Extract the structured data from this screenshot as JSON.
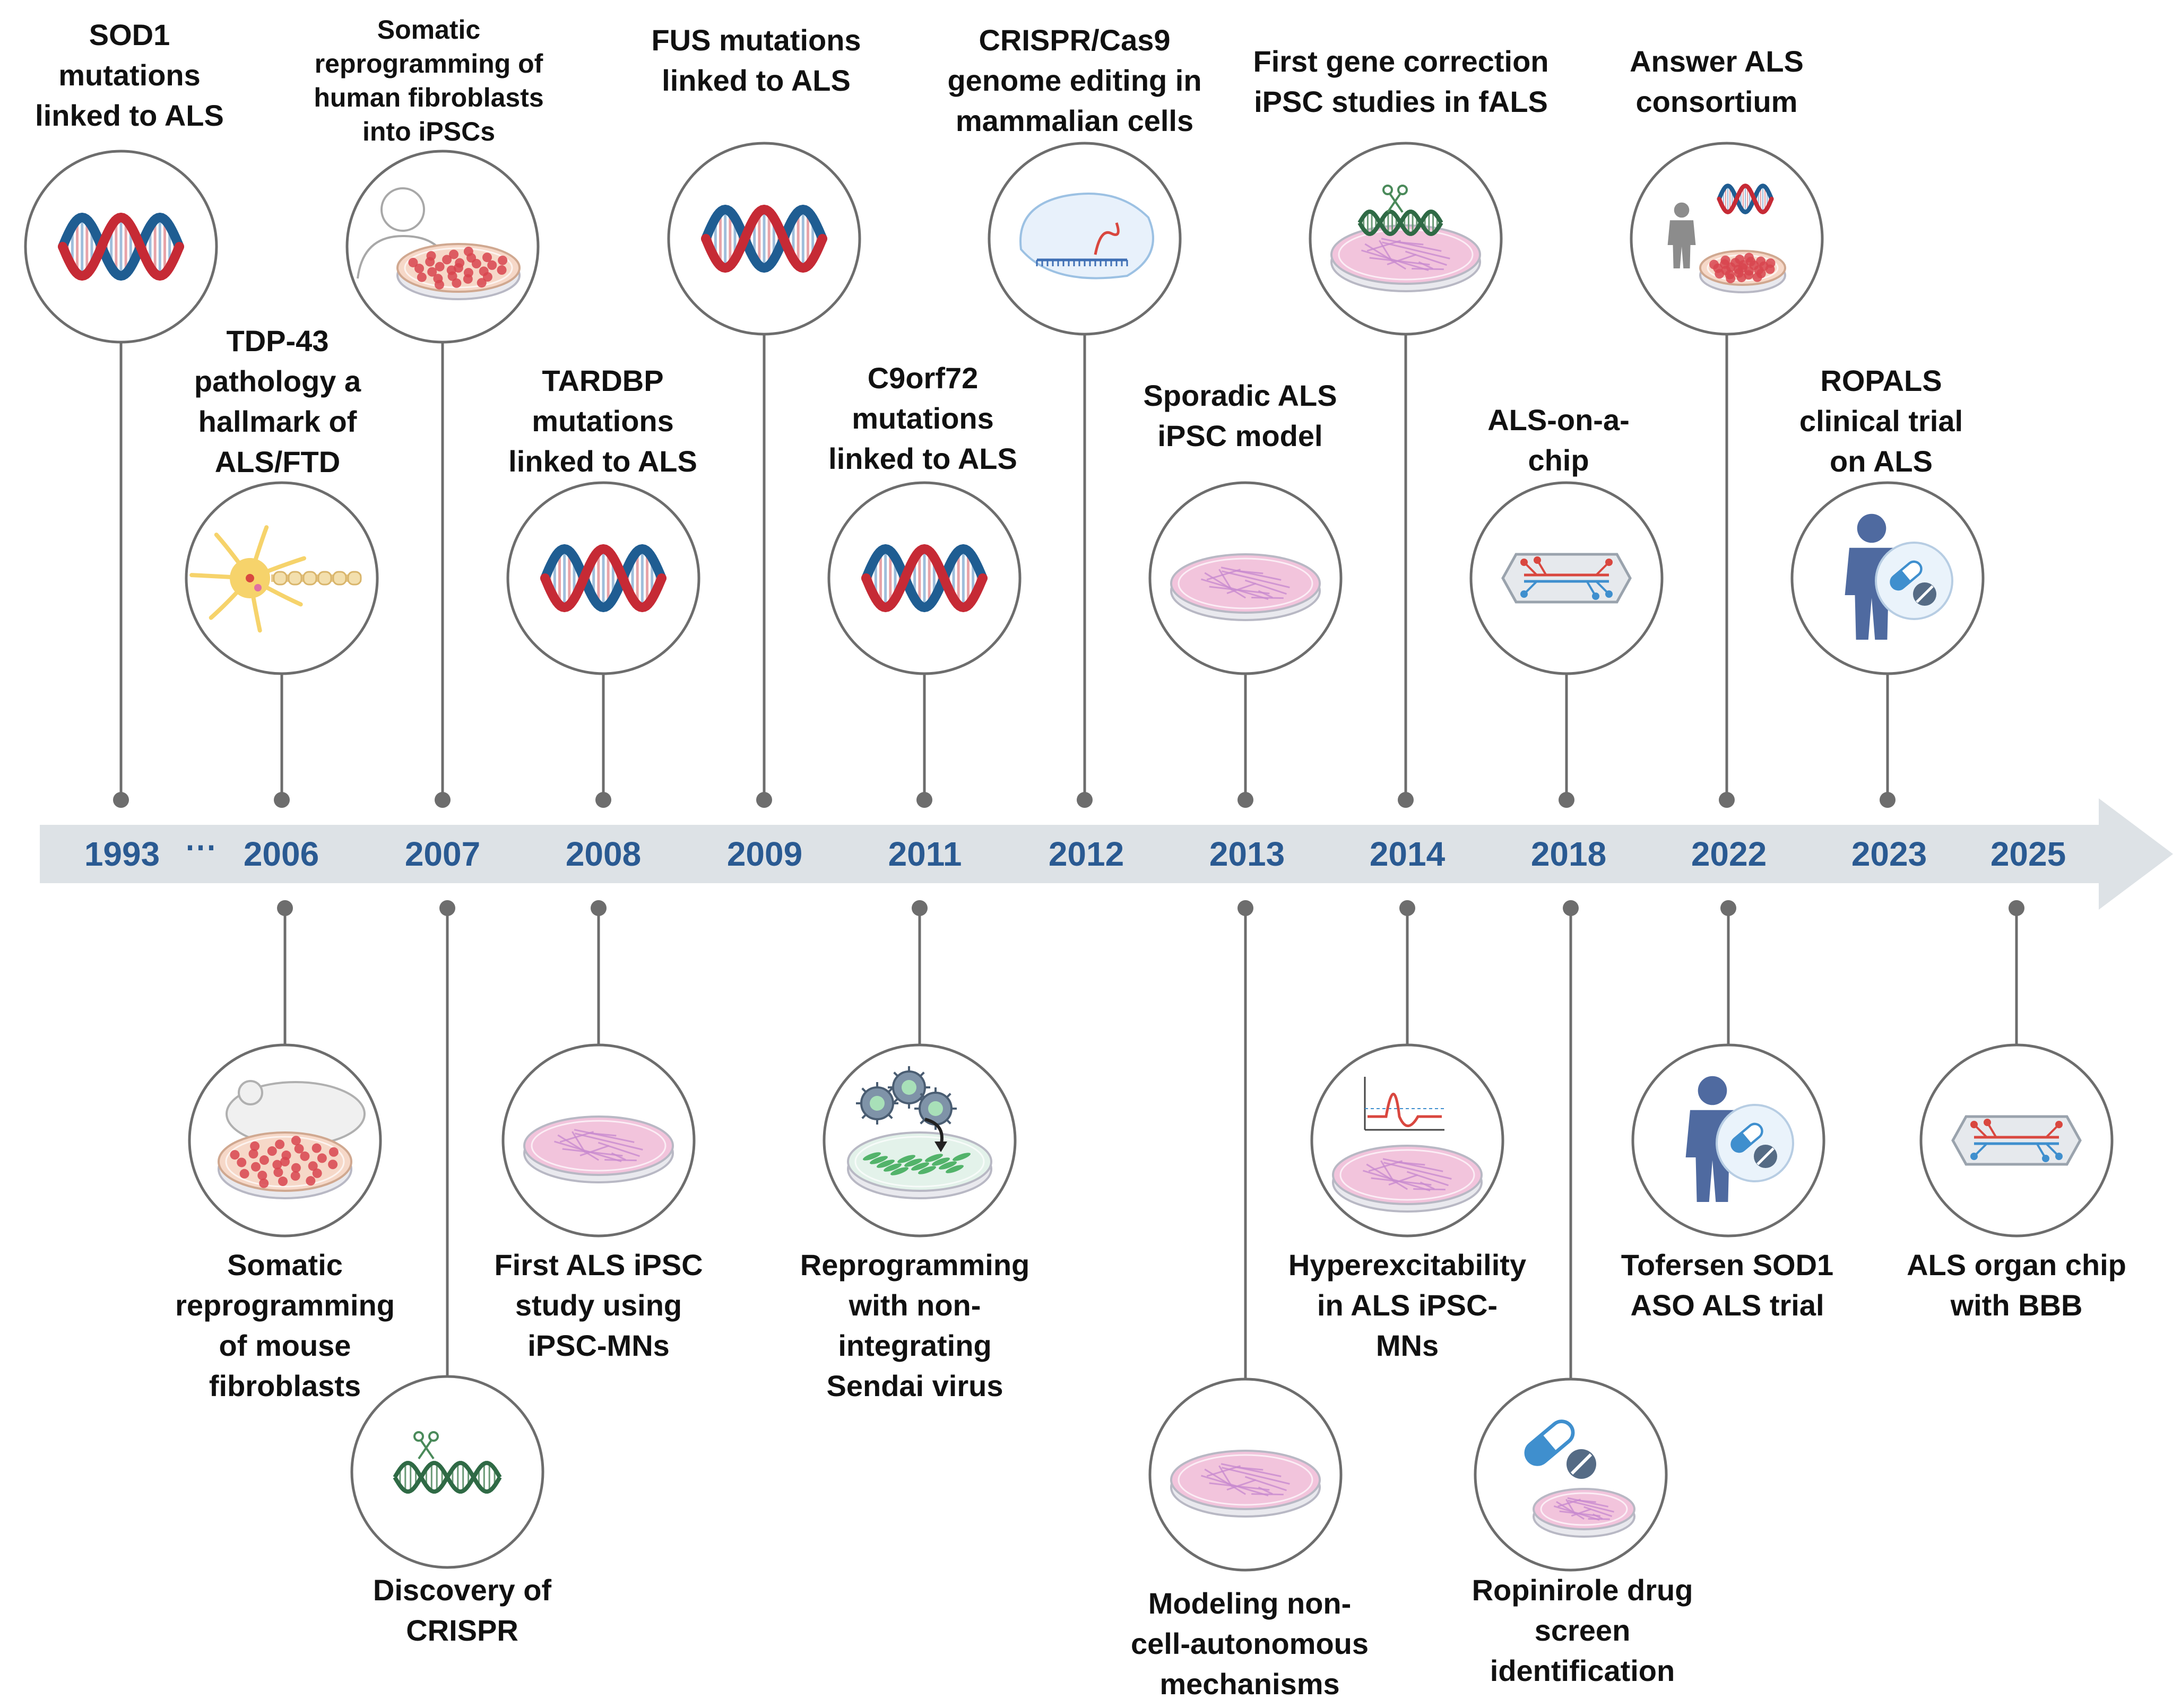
{
  "colors": {
    "axis": "#dde2e6",
    "year_text": "#2a5a92",
    "connector": "#6d6d6d",
    "circle_border": "#6d6d6d",
    "dna_red": "#c62a35",
    "dna_blue": "#1f5d92",
    "dish_pink": "#f2c4dc",
    "cells_red": "#d8454f",
    "person_blue": "#4f6aa0",
    "pill_blue": "#3f8fce",
    "neuron_yellow": "#f6d36b"
  },
  "years": [
    "1993",
    "2006",
    "2007",
    "2008",
    "2009",
    "2011",
    "2012",
    "2013",
    "2014",
    "2018",
    "2022",
    "2023",
    "2025"
  ],
  "ellipsis": "⋯",
  "events_top": [
    {
      "id": "sod1",
      "label": "SOD1\nmutations\nlinked to  ALS",
      "icon": "dna-icon"
    },
    {
      "id": "tdp43",
      "label": "TDP-43\npathology a\nhallmark of\nALS/FTD",
      "icon": "neuron-icon"
    },
    {
      "id": "human-reprog",
      "label": "Somatic\nreprogramming of\nhuman fibroblasts\ninto iPSCs",
      "icon": "human-dish-icon"
    },
    {
      "id": "tardbp",
      "label": "TARDBP\nmutations\nlinked to ALS",
      "icon": "dna-icon"
    },
    {
      "id": "fus",
      "label": "FUS mutations\nlinked to ALS",
      "icon": "dna-icon"
    },
    {
      "id": "c9orf72",
      "label": "C9orf72\nmutations\nlinked to ALS",
      "icon": "dna-icon"
    },
    {
      "id": "crispr-cas9",
      "label": "CRISPR/Cas9\ngenome editing in\nmammalian cells",
      "icon": "cas9-icon"
    },
    {
      "id": "sporadic",
      "label": "Sporadic ALS\niPSC model",
      "icon": "petri-dish-icon"
    },
    {
      "id": "gene-correction",
      "label": "First gene correction\niPSC studies in fALS",
      "icon": "gene-edit-dish-icon"
    },
    {
      "id": "als-chip",
      "label": "ALS-on-a-\nchip",
      "icon": "chip-icon"
    },
    {
      "id": "answer-als",
      "label": "Answer ALS\nconsortium",
      "icon": "consortium-icon"
    },
    {
      "id": "ropals",
      "label": "ROPALS\nclinical trial\non ALS",
      "icon": "patient-pill-icon"
    }
  ],
  "events_bottom": [
    {
      "id": "mouse-reprog",
      "label": "Somatic\nreprogramming\nof mouse\nfibroblasts",
      "icon": "mouse-dish-icon"
    },
    {
      "id": "crispr-discovery",
      "label": "Discovery of\nCRISPR",
      "icon": "crispr-dna-icon"
    },
    {
      "id": "first-ipsc",
      "label": "First ALS iPSC\nstudy using\niPSC-MNs",
      "icon": "petri-dish-icon"
    },
    {
      "id": "sendai",
      "label": "Reprogramming\nwith non-\nintegrating\nSendai virus",
      "icon": "virus-dish-icon"
    },
    {
      "id": "non-cell",
      "label": "Modeling non-\ncell-autonomous\nmechanisms",
      "icon": "petri-dish-icon"
    },
    {
      "id": "hyperexcite",
      "label": "Hyperexcitability\nin ALS iPSC-\nMNs",
      "icon": "trace-dish-icon"
    },
    {
      "id": "ropinirole",
      "label": "Ropinirole drug\nscreen\nidentification",
      "icon": "pill-dish-icon"
    },
    {
      "id": "tofersen",
      "label": "Tofersen SOD1\nASO ALS trial",
      "icon": "patient-pill-icon"
    },
    {
      "id": "organ-chip",
      "label": "ALS organ chip\nwith BBB",
      "icon": "chip-icon"
    }
  ]
}
